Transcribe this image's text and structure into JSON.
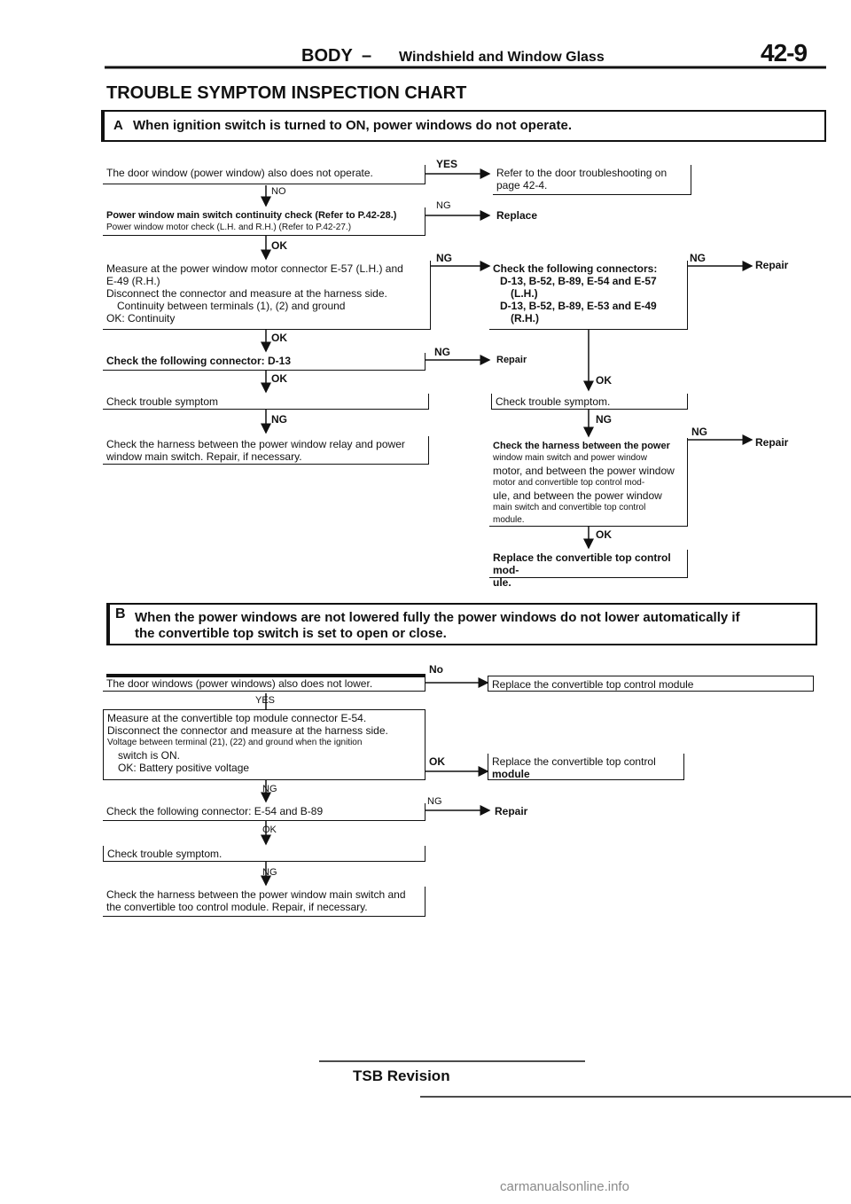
{
  "header": {
    "section": "BODY",
    "dash": "–",
    "subtitle": "Windshield and Window Glass",
    "page_number": "42-9"
  },
  "chart_title": "TROUBLE SYMPTOM INSPECTION CHART",
  "section_a": {
    "letter": "A",
    "title": "When ignition switch is turned to ON, power windows do not operate.",
    "step1": "The door window (power window) also does not operate.",
    "step1_yes": "YES",
    "step1_yes_result": "Refer to the door troubleshooting on page 42-4.",
    "step1_no": "NO",
    "step2_line1": "Power window main switch continuity check (Refer to P.42-28.)",
    "step2_line2": "Power window motor check (L.H. and R.H.) (Refer to P.42-27.)",
    "step2_ng": "NG",
    "step2_ng_result": "Replace",
    "step2_ok": "OK",
    "step3_line1": "Measure at the power window motor connector E-57 (L.H.) and",
    "step3_line2": "E-49 (R.H.)",
    "step3_line3": "Disconnect the connector and measure at the harness side.",
    "step3_line4": "Continuity between terminals (1), (2) and ground",
    "step3_line5": "OK: Continuity",
    "step3_ng": "NG",
    "check_conn_title": "Check the following connectors:",
    "check_conn_lh": "D-13, B-52, B-89, E-54 and E-57",
    "check_conn_lh_tag": "(L.H.)",
    "check_conn_rh": "D-13, B-52, B-89, E-53 and E-49",
    "check_conn_rh_tag": "(R.H.)",
    "check_conn_ng": "NG",
    "check_conn_repair": "Repair",
    "step3_ok": "OK",
    "step4": "Check the following connector: D-13",
    "step4_ng": "NG",
    "step4_repair": "Repair",
    "step4_ok": "OK",
    "right_ok": "OK",
    "step5": "Check trouble symptom",
    "right_step5": "Check trouble symptom.",
    "step5_ng": "NG",
    "right_step5_ng": "NG",
    "step6_line1": "Check the harness between the power window relay and power",
    "step6_line2": "window main switch. Repair, if necessary.",
    "harness_line1": "Check the harness between the power",
    "harness_line2": "window main switch and power window",
    "harness_line3": "motor, and between the power window",
    "harness_line4": "motor and convertible top control mod-",
    "harness_line5": "ule, and between the power window",
    "harness_line6": "main switch and convertible top control",
    "harness_line7": "module.",
    "harness_ng": "NG",
    "harness_repair": "Repair",
    "harness_ok": "OK",
    "replace_module_line1": "Replace the convertible top control mod-",
    "replace_module_line2": "ule."
  },
  "section_b": {
    "letter": "B",
    "title_line1": "When the power windows are not lowered fully the power windows do not lower automatically if",
    "title_line2": "the convertible top switch is set to open or close.",
    "step1": "The door windows (power windows) also does not lower.",
    "step1_no": "No",
    "step1_no_result": "Replace the convertible top control module",
    "step1_yes": "YES",
    "step2_line1": "Measure at the convertible top module connector E-54.",
    "step2_line2": "Disconnect the connector and measure at the harness side.",
    "step2_line3": "Voltage between terminal (21), (22) and ground when the ignition",
    "step2_line4": "switch is ON.",
    "step2_line5": "OK: Battery positive voltage",
    "step2_ok": "OK",
    "step2_ok_result_line1": "Replace the convertible top control",
    "step2_ok_result_line2": "module",
    "step2_ng": "NG",
    "step3": "Check the following connector: E-54 and B-89",
    "step3_ng": "NG",
    "step3_repair": "Repair",
    "step3_ok": "OK",
    "step4": "Check trouble symptom.",
    "step4_ng": "NG",
    "step5_line1": "Check the harness between the power window main switch and",
    "step5_line2": "the convertible too control module. Repair, if necessary."
  },
  "footer": {
    "tsb": "TSB Revision"
  },
  "watermark": "carmanualsonline.info"
}
